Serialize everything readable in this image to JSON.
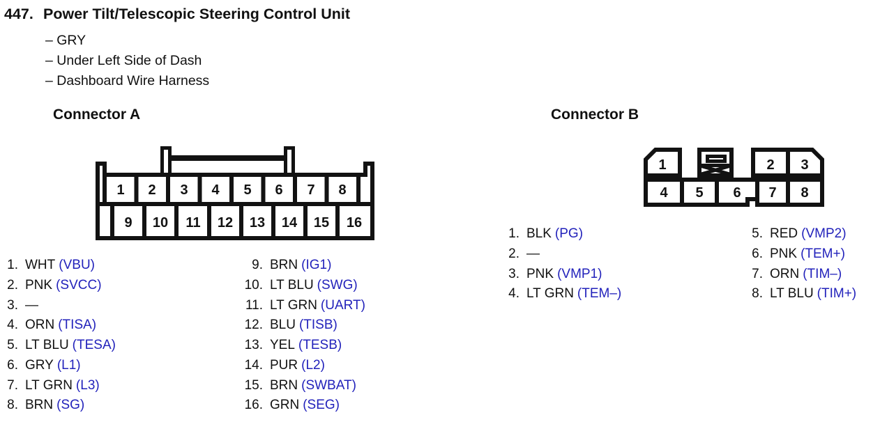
{
  "header": {
    "number": "447.",
    "title": "Power Tilt/Telescopic Steering Control Unit",
    "details": [
      "– GRY",
      "– Under Left Side of Dash",
      "– Dashboard Wire Harness"
    ]
  },
  "colors": {
    "ink": "#111111",
    "signal_blue": "#2222bb",
    "background": "#ffffff"
  },
  "connector_a": {
    "heading": "Connector A",
    "diagram": {
      "top_numbers": [
        "1",
        "2",
        "3",
        "4",
        "5",
        "6",
        "7",
        "8"
      ],
      "bottom_numbers": [
        "9",
        "10",
        "11",
        "12",
        "13",
        "14",
        "15",
        "16"
      ]
    },
    "pins_left": [
      {
        "num": "1.",
        "wire": "WHT",
        "signal": "(VBU)"
      },
      {
        "num": "2.",
        "wire": "PNK",
        "signal": "(SVCC)"
      },
      {
        "num": "3.",
        "wire": "—",
        "signal": ""
      },
      {
        "num": "4.",
        "wire": "ORN",
        "signal": "(TISA)"
      },
      {
        "num": "5.",
        "wire": "LT BLU",
        "signal": "(TESA)"
      },
      {
        "num": "6.",
        "wire": "GRY",
        "signal": "(L1)"
      },
      {
        "num": "7.",
        "wire": "LT GRN",
        "signal": "(L3)"
      },
      {
        "num": "8.",
        "wire": "BRN",
        "signal": "(SG)"
      }
    ],
    "pins_right": [
      {
        "num": "9.",
        "wire": "BRN",
        "signal": "(IG1)"
      },
      {
        "num": "10.",
        "wire": "LT BLU",
        "signal": "(SWG)"
      },
      {
        "num": "11.",
        "wire": "LT GRN",
        "signal": "(UART)"
      },
      {
        "num": "12.",
        "wire": "BLU",
        "signal": "(TISB)"
      },
      {
        "num": "13.",
        "wire": "YEL",
        "signal": "(TESB)"
      },
      {
        "num": "14.",
        "wire": "PUR",
        "signal": "(L2)"
      },
      {
        "num": "15.",
        "wire": "BRN",
        "signal": "(SWBAT)"
      },
      {
        "num": "16.",
        "wire": "GRN",
        "signal": "(SEG)"
      }
    ]
  },
  "connector_b": {
    "heading": "Connector B",
    "diagram": {
      "top_numbers": [
        "1",
        "2",
        "3"
      ],
      "bottom_numbers": [
        "4",
        "5",
        "6",
        "7",
        "8"
      ]
    },
    "pins_left": [
      {
        "num": "1.",
        "wire": "BLK",
        "signal": "(PG)"
      },
      {
        "num": "2.",
        "wire": "—",
        "signal": ""
      },
      {
        "num": "3.",
        "wire": "PNK",
        "signal": "(VMP1)"
      },
      {
        "num": "4.",
        "wire": "LT GRN",
        "signal": "(TEM–)"
      }
    ],
    "pins_right": [
      {
        "num": "5.",
        "wire": "RED",
        "signal": "(VMP2)"
      },
      {
        "num": "6.",
        "wire": "PNK",
        "signal": "(TEM+)"
      },
      {
        "num": "7.",
        "wire": "ORN",
        "signal": "(TIM–)"
      },
      {
        "num": "8.",
        "wire": "LT BLU",
        "signal": "(TIM+)"
      }
    ]
  }
}
